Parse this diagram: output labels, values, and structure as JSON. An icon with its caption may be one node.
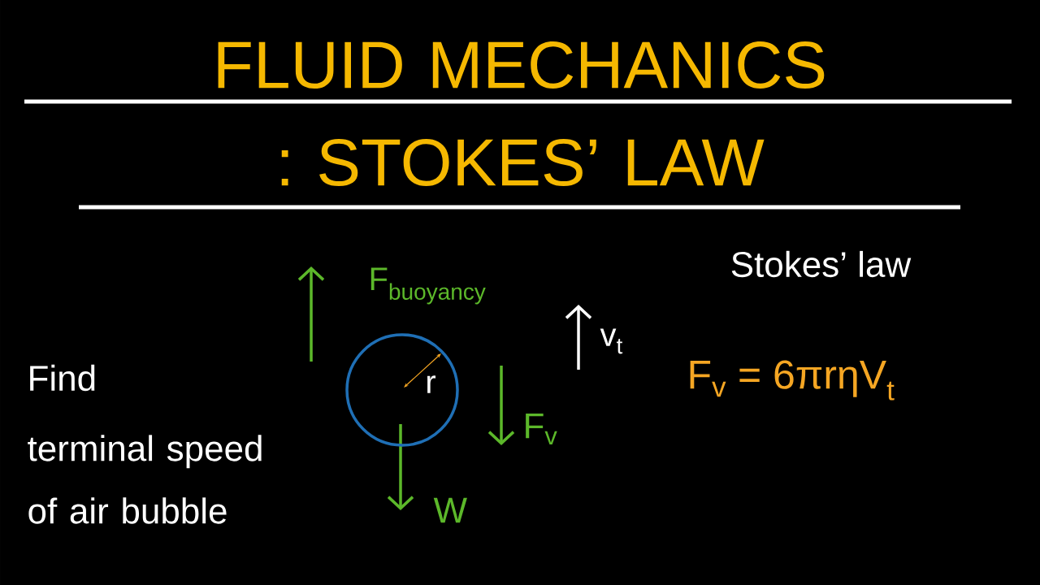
{
  "diagram": {
    "title": "FLUID MECHANICS : STOKES’ LAW",
    "nodes": [
      {
        "text": [
          "r"
        ]
      }
    ],
    "labels": [
      "Stokes’ law",
      "F$_{buoyancy}$",
      "v$_{t}$",
      "Find",
      "F$_{v}$ = 6πrηV$_{t}$",
      "F$_{v}$",
      "terminal speed of air bubble",
      "W"
    ]
  }
}
